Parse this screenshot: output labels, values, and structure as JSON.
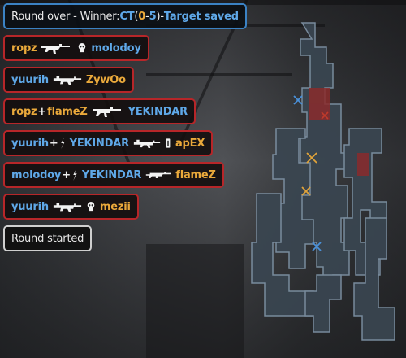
{
  "round_over": {
    "prefix": "Round over - Winner: ",
    "winner_team": "CT",
    "score_open": " (",
    "score_t": "0",
    "score_sep": " - ",
    "score_ct": "5",
    "score_close": ")",
    "separator": " - ",
    "result": "Target saved"
  },
  "kills": [
    {
      "attacker": "ropz",
      "attacker_team": "t",
      "weapon": "ak47-icon",
      "headshot": true,
      "victim": "molodoy",
      "victim_team": "ct"
    },
    {
      "attacker": "yuurih",
      "attacker_team": "ct",
      "weapon": "m4a1-icon",
      "headshot": false,
      "victim": "ZywOo",
      "victim_team": "t"
    },
    {
      "attacker": "ropz",
      "attacker_team": "t",
      "assister": "flameZ",
      "assister_team": "t",
      "weapon": "ak47-icon",
      "headshot": false,
      "victim": "YEKINDAR",
      "victim_team": "ct"
    },
    {
      "attacker": "yuurih",
      "attacker_team": "ct",
      "assister": "YEKINDAR",
      "assister_team": "ct",
      "flash_assist": true,
      "weapon": "m4a4-icon",
      "wallbang": true,
      "victim": "apEX",
      "victim_team": "t"
    },
    {
      "attacker": "molodoy",
      "attacker_team": "ct",
      "assister": "YEKINDAR",
      "assister_team": "ct",
      "flash_assist": true,
      "weapon": "famas-icon",
      "headshot": false,
      "victim": "flameZ",
      "victim_team": "t"
    },
    {
      "attacker": "yuurih",
      "attacker_team": "ct",
      "weapon": "m4a1-icon",
      "headshot": true,
      "victim": "mezii",
      "victim_team": "t"
    }
  ],
  "plus_sign": " + ",
  "round_started": "Round started",
  "colors": {
    "t_name": "#eaa93b",
    "ct_name": "#5fa8e8",
    "kill_border": "#b72629",
    "info_border": "#3b82c4"
  }
}
